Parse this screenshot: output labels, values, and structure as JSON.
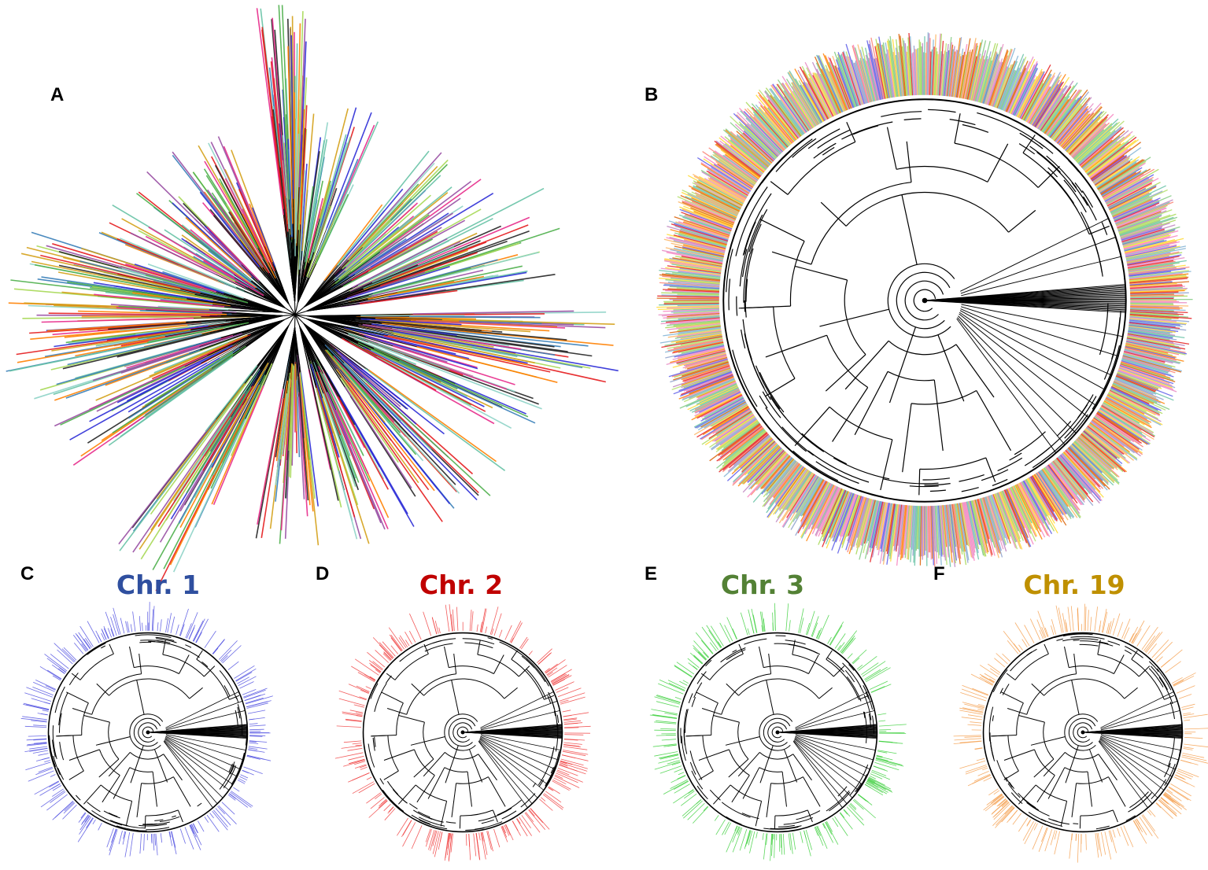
{
  "panels": [
    {
      "letter": "A",
      "tree_layout": "unrooted radial",
      "tip_colors": [
        "#e41a1c",
        "#377eb8",
        "#4daf4a",
        "#984ea3",
        "#ff7f00",
        "#e7298a",
        "#66c2a5",
        "#d4a017",
        "#2b2bd6",
        "#8dd3c7",
        "#a6d854",
        "#222222"
      ]
    },
    {
      "letter": "B",
      "tree_layout": "circular",
      "tip_colors": [
        "#e41a1c",
        "#f781bf",
        "#8da0cb",
        "#b3de69",
        "#fdb462",
        "#bc80bd",
        "#80b1d3",
        "#fb8072",
        "#66c2a5",
        "#5a5ae8",
        "#ff7f00",
        "#7fc97f",
        "#d95f02",
        "#e78ac3",
        "#a6d854",
        "#ffd92f"
      ]
    },
    {
      "letter": "C",
      "title": "Chr. 1",
      "title_color": "#2f4f9f",
      "tip_color": "#5050e0",
      "tree_layout": "circular"
    },
    {
      "letter": "D",
      "title": "Chr. 2",
      "title_color": "#c00000",
      "tip_color": "#f04040",
      "tree_layout": "circular"
    },
    {
      "letter": "E",
      "title": "Chr. 3",
      "title_color": "#538135",
      "tip_color": "#40d040",
      "tree_layout": "circular"
    },
    {
      "letter": "F",
      "title": "Chr. 19",
      "title_color": "#bf9000",
      "tip_color": "#f5a050",
      "tree_layout": "circular"
    }
  ]
}
